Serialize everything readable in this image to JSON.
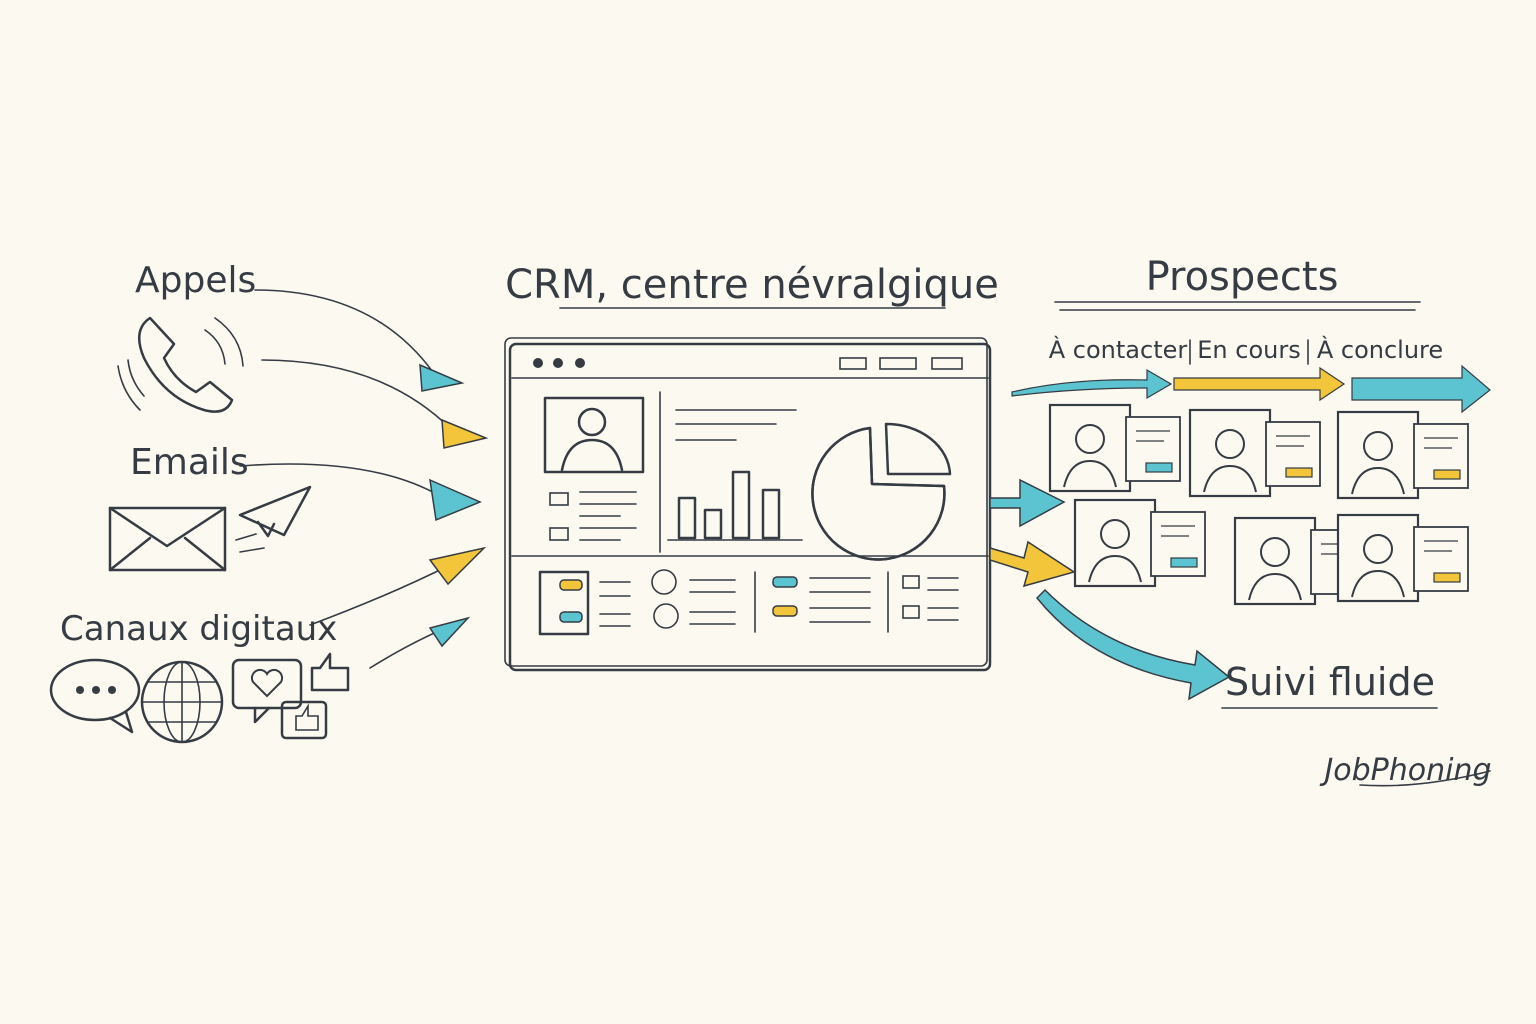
{
  "colors": {
    "background": "#fcf9f1",
    "ink": "#353c44",
    "teal": "#5cc4d0",
    "yellow": "#f2c53a"
  },
  "sources": [
    {
      "label": "Appels",
      "icon": "phone-icon"
    },
    {
      "label": "Emails",
      "icon": "envelope-icon"
    },
    {
      "label": "Canaux digitaux",
      "icon": "chat-globe-social-icons"
    }
  ],
  "crm": {
    "title": "CRM, centre névralgique"
  },
  "prospects": {
    "title": "Prospects",
    "stages": [
      "À contacter",
      "En cours",
      "À conclure"
    ],
    "follow_up": "Suivi fluide"
  },
  "brand": {
    "logo_text": "JobPhoning"
  }
}
